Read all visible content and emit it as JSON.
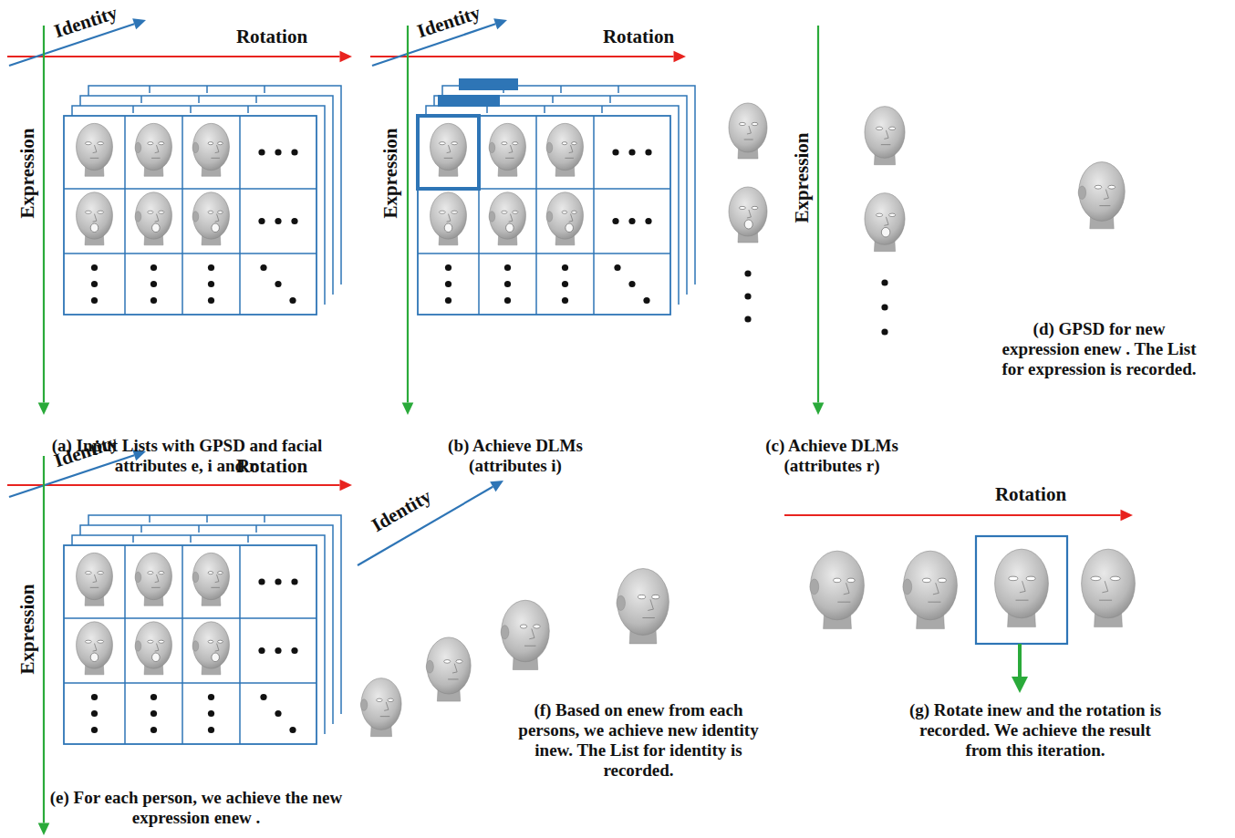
{
  "diagram": {
    "labels": [
      "Identity",
      "Rotation",
      "Expression",
      "(a) Input Lists with GPSD and facial attributes e, i and r.",
      "Identity",
      "Rotation",
      "Expression",
      "(b) Achieve DLMs (attributes i)",
      "Expression",
      "(c) Achieve DLMs (attributes r)",
      "(d) GPSD for new expression enew . The List for expression is recorded.",
      "Identity",
      "Rotation",
      "Expression",
      "(e) For each person, we achieve the new expression enew .",
      "Identity",
      "(f) Based on enew from each persons, we achieve new identity inew. The List for identity is recorded.",
      "Rotation",
      "(g) Rotate inew and the rotation is recorded. We achieve the result from this iteration."
    ]
  }
}
